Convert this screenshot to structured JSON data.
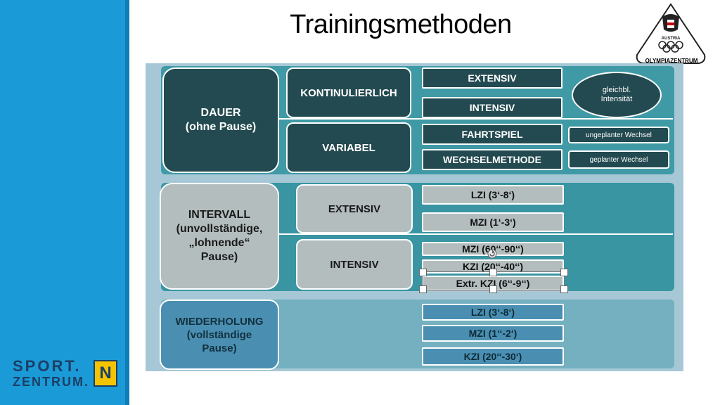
{
  "slide": {
    "title": "Trainingsmethoden"
  },
  "logos": {
    "sport_line1": "SPORT.",
    "sport_line2": "ZENTRUM.",
    "sport_badge": "N",
    "olympia_country": "AUSTRIA",
    "olympia_name": "OLYMPIAZENTRUM"
  },
  "diagram": {
    "dauer": {
      "label": "DAUER\n(ohne Pause)",
      "kontinuierlich": "KONTINULIERLICH",
      "variabel": "VARIABEL",
      "extensiv": "EXTENSIV",
      "intensiv": "INTENSIV",
      "fahrtspiel": "FAHRTSPIEL",
      "wechselmethode": "WECHSELMETHODE",
      "gleichbl": "gleichbl.\nIntensität",
      "ungeplanter": "ungeplanter Wechsel",
      "geplanter": "geplanter Wechsel"
    },
    "intervall": {
      "label": "INTERVALL\n(unvollständige,\n„lohnende“\nPause)",
      "extensiv": "EXTENSIV",
      "intensiv": "INTENSIV",
      "lzi": "LZI (3‘-8‘)",
      "mzi": "MZI (1‘-3‘)",
      "mzi_int": "MZI (60‘‘-90‘‘)",
      "kzi_int": "KZI (20‘‘-40‘‘)",
      "extr_kzi": "Extr. KZI (6‘‘-9‘‘)"
    },
    "wiederholung": {
      "label": "WIEDERHOLUNG\n(vollständige\nPause)",
      "lzi": "LZI (3‘-8‘)",
      "mzi": "MZI (1‘‘-2‘)",
      "kzi": "KZI (20‘‘-30‘)"
    }
  },
  "colors": {
    "sidebar": "#1a9ad6",
    "dark_teal": "#234a50",
    "teal": "#3f9aa6",
    "grey": "#b3bdbe",
    "blue": "#4a8fb2"
  }
}
